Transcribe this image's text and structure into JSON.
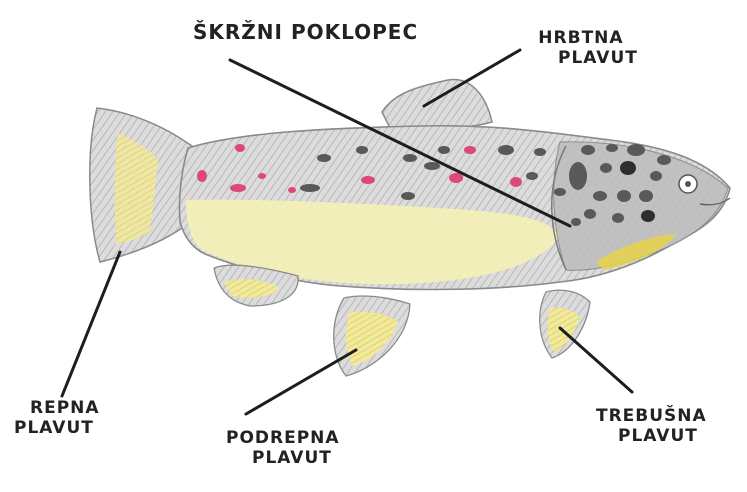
{
  "diagram": {
    "labels": {
      "operculum": "ŠKRŽNI POKLOPEC",
      "dorsal_fin": [
        "HRBTNA",
        "PLAVUT"
      ],
      "caudal_fin": [
        "REPNA",
        "PLAVUT"
      ],
      "anal_fin": [
        "PODREPNA",
        "PLAVUT"
      ],
      "pelvic_fin": [
        "TREBUŠNA",
        "PLAVUT"
      ]
    },
    "colors": {
      "outline": "#9a9a9a",
      "body_shade": "#c9c9c9",
      "belly": "#f4f1b6",
      "fin_yellow": "#e9dc6a",
      "spots_dark": "#555555",
      "spots_red": "#e0306a",
      "pointer": "#1e1e1e"
    }
  }
}
